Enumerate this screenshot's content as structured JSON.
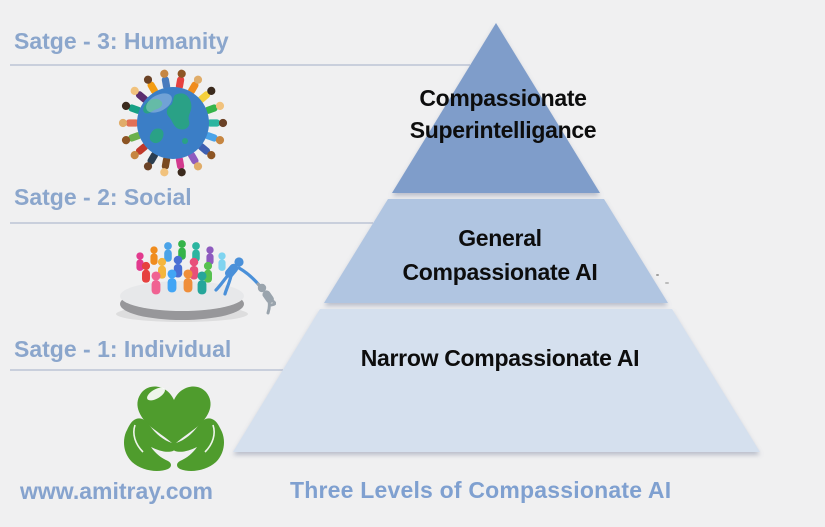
{
  "stages": [
    {
      "label": "Satge - 3: Humanity",
      "icon": "globe-people-icon"
    },
    {
      "label": "Satge - 2: Social",
      "icon": "people-group-icon"
    },
    {
      "label": "Satge - 1: Individual",
      "icon": "hands-heart-icon"
    }
  ],
  "pyramid": {
    "caption": "Three Levels of Compassionate AI",
    "levels": [
      {
        "position": "top",
        "line1": "Compassionate",
        "line2": "Superintelligance",
        "color": "#7f9dca"
      },
      {
        "position": "middle",
        "line1": "General",
        "line2": "Compassionate AI",
        "color": "#b0c5e1"
      },
      {
        "position": "bottom",
        "line1": "Narrow Compassionate AI",
        "color": "#d5e0ee"
      }
    ]
  },
  "footer": {
    "website": "www.amitray.com"
  },
  "colors": {
    "background": "#f0f0f1",
    "stage_label": "#8ba6cc",
    "caption_blue": "#7fa0d0",
    "website_blue": "#86a3ce",
    "separator": "#c9cfdc",
    "level_text": "#0d0d0d",
    "level1": "#7f9dca",
    "level2": "#b0c5e1",
    "level3": "#d5e0ee",
    "heart_green": "#4f9c2d",
    "globe_ocean": "#3b7ec6",
    "globe_land": "#2aa186",
    "platform_top": "#e7e8ea",
    "platform_side": "#97979a",
    "helper_blue": "#4a90d9",
    "helped_gray": "#9aa4ad"
  },
  "palettes": {
    "globe_people": [
      "#e6413f",
      "#f08c1e",
      "#f5d03c",
      "#35b44a",
      "#2bb5a0",
      "#4aa3e8",
      "#3f5fb0",
      "#8e5bbf",
      "#d23a8e",
      "#7a4a21",
      "#2c3e50",
      "#c0392b",
      "#6ab04c",
      "#e17055",
      "#16a085",
      "#5b2c6f",
      "#f39c12",
      "#497bbd"
    ],
    "globe_skin": [
      "#8d5524",
      "#e0ac69",
      "#3b2a1d",
      "#f1c27d",
      "#6b4226",
      "#c68642"
    ],
    "group_people": [
      "#e23a8e",
      "#f08c1e",
      "#4aa3e8",
      "#35b44a",
      "#2bb5a0",
      "#8e5bbf",
      "#7fd4f0",
      "#e6413f",
      "#f5b63c",
      "#4a6fd4",
      "#e84f7a",
      "#57c14f",
      "#f06292",
      "#42a5f5",
      "#ef8e3a",
      "#26a69a"
    ]
  }
}
